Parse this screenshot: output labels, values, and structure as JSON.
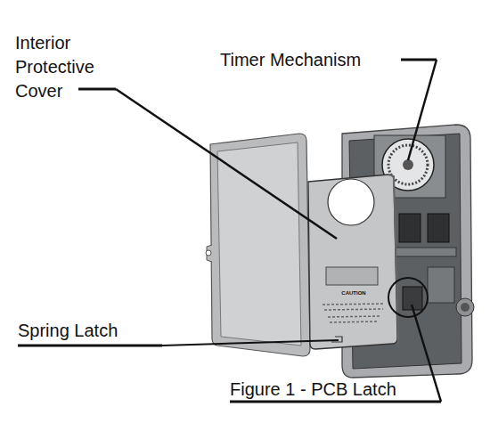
{
  "diagram": {
    "labels": [
      "Interior Protective Cover",
      "Timer Mechanism",
      "Spring Latch",
      "Figure 1 - PCB Latch",
      "CAUTION"
    ]
  }
}
